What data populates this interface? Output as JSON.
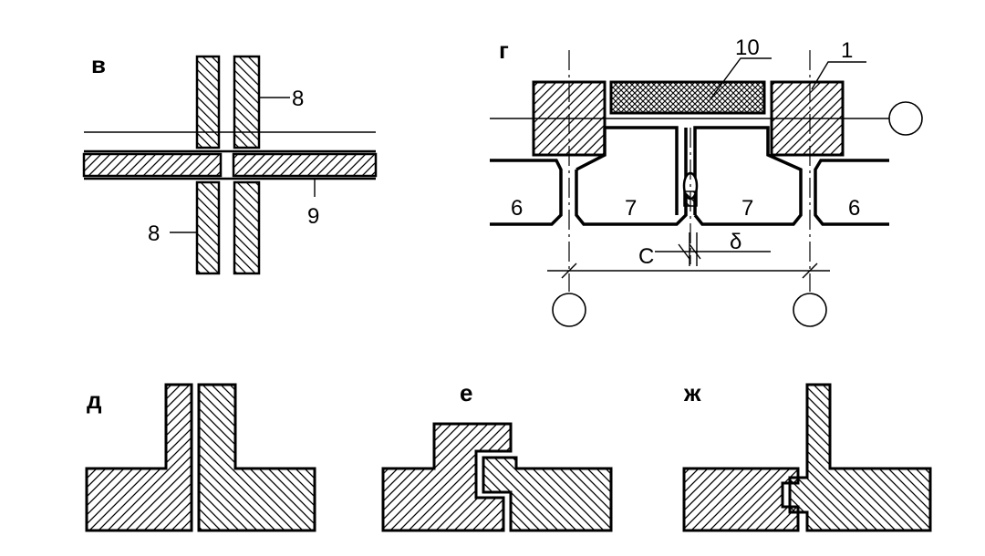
{
  "figures": [
    {
      "title": "в",
      "labels": [
        "8",
        "8",
        "9"
      ]
    },
    {
      "title": "г",
      "labels": [
        "10",
        "1",
        "6",
        "7",
        "7",
        "6",
        "C",
        "δ"
      ]
    },
    {
      "title": "д"
    },
    {
      "title": "е"
    },
    {
      "title": "ж"
    }
  ]
}
